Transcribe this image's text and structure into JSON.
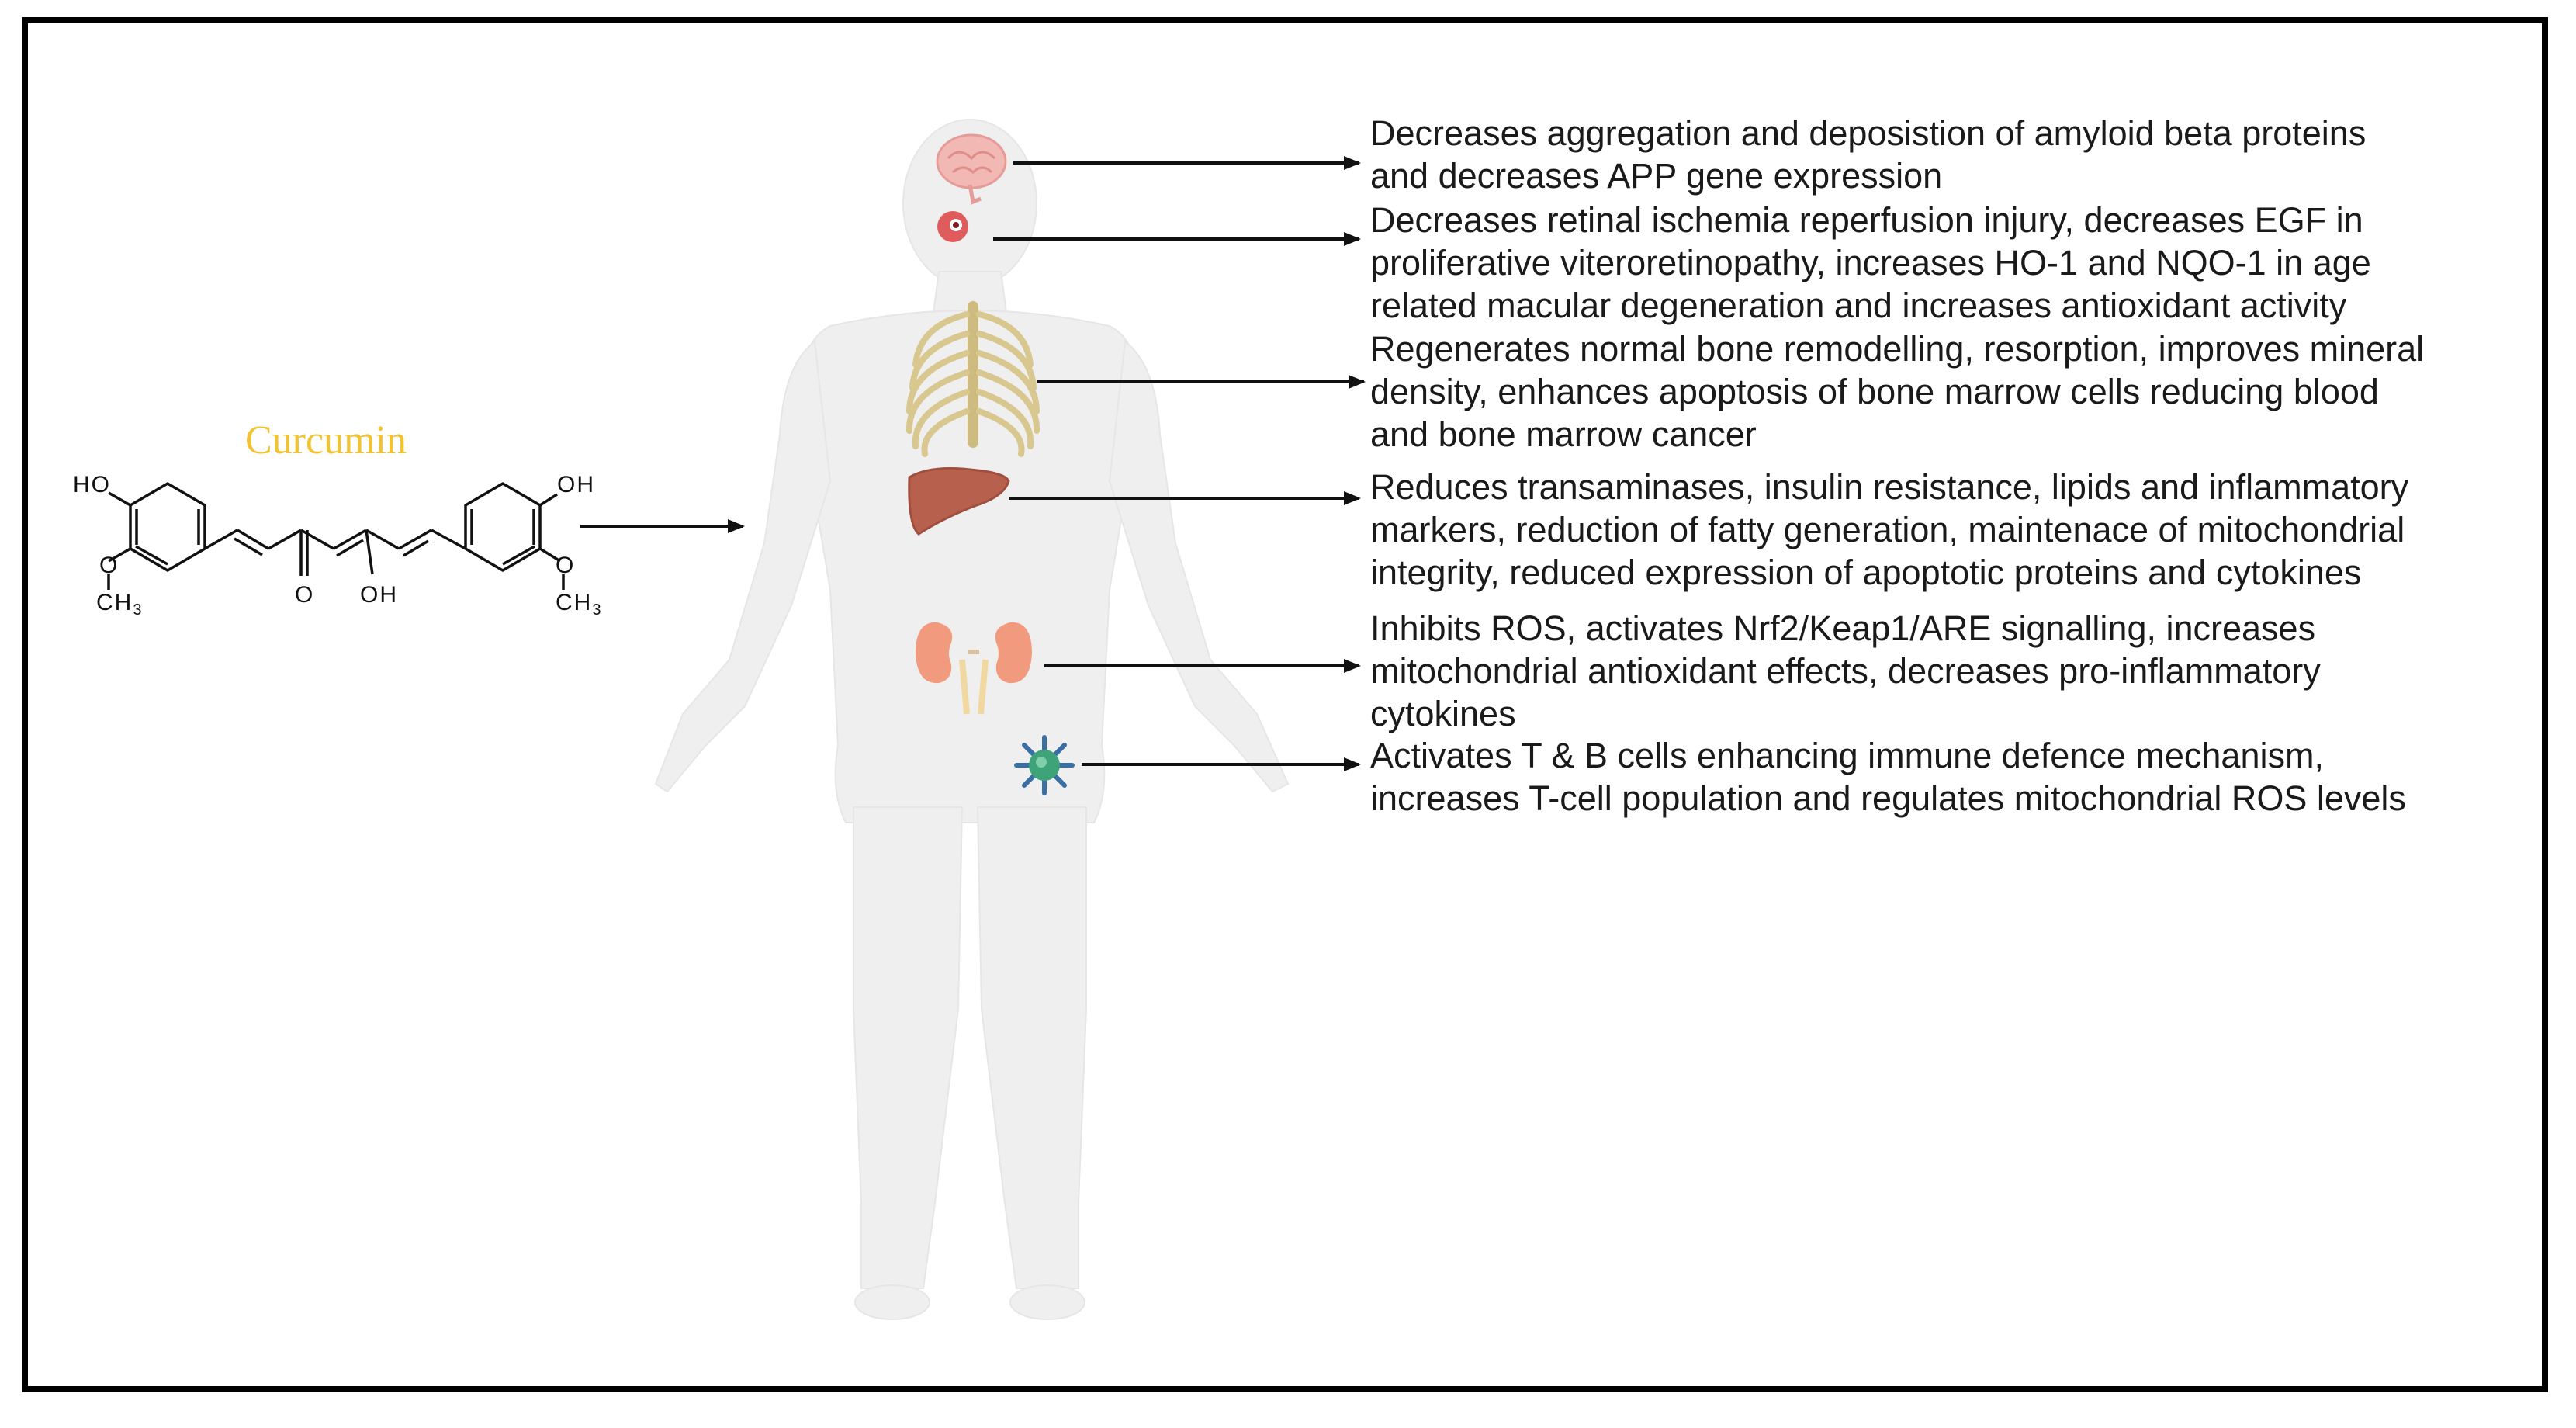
{
  "compound": {
    "name": "Curcumin",
    "name_color": "#f2c230",
    "groups": {
      "hydroxyl_left": "HO",
      "hydroxyl_right": "OH",
      "methoxy_o": "O",
      "methyl": "CH",
      "methyl_subscript": "3",
      "ketone_o": "O",
      "enol_oh": "OH"
    }
  },
  "organs": [
    {
      "id": "brain",
      "icon": "brain-icon",
      "lines": [
        "Decreases aggregation and deposistion of amyloid beta proteins",
        "and decreases APP gene expression"
      ]
    },
    {
      "id": "eye",
      "icon": "eye-icon",
      "lines": [
        "Decreases retinal ischemia reperfusion injury, decreases EGF in",
        "proliferative viteroretinopathy, increases HO-1 and NQO-1 in age",
        "related macular degeneration and increases antioxidant activity"
      ]
    },
    {
      "id": "bone",
      "icon": "ribcage-icon",
      "lines": [
        "Regenerates normal bone remodelling, resorption, improves mineral",
        "density, enhances apoptosis of bone marrow cells reducing blood",
        "and bone marrow cancer"
      ]
    },
    {
      "id": "liver",
      "icon": "liver-icon",
      "lines": [
        "Reduces transaminases, insulin resistance, lipids and inflammatory",
        "markers, reduction of fatty generation, maintenace of mitochondrial",
        "integrity, reduced expression of apoptotic proteins and cytokines"
      ]
    },
    {
      "id": "kidney",
      "icon": "kidney-icon",
      "lines": [
        "Inhibits ROS, activates Nrf2/Keap1/ARE signalling, increases",
        "mitochondrial antioxidant effects, decreases pro-inflammatory",
        "cytokines"
      ]
    },
    {
      "id": "immune",
      "icon": "immune-cell-icon",
      "lines": [
        "Activates T & B cells enhancing immune defence mechanism,",
        "increases T-cell population and regulates mitochondrial ROS levels"
      ]
    }
  ],
  "colors": {
    "body_silhouette": "#efefef",
    "brain": "#f2b8b4",
    "eye": "#e05c5c",
    "ribcage": "#e8dcae",
    "liver": "#b8604e",
    "kidney": "#f29a7e",
    "immune_cell": "#3fa37a",
    "arrow": "#111111"
  }
}
